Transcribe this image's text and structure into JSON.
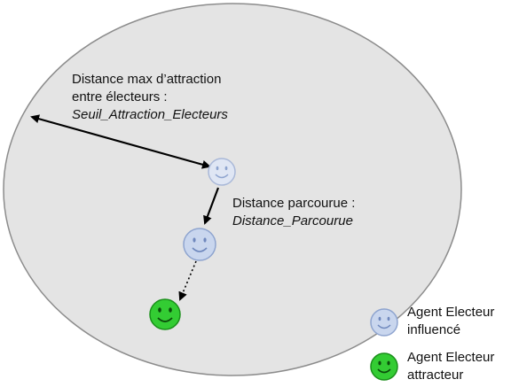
{
  "labels": {
    "seuil_line1": "Distance max d’attraction",
    "seuil_line2": "entre électeurs :",
    "seuil_var": "Seuil_Attraction_Electeurs",
    "parcours_line1": "Distance parcourue :",
    "parcours_var": "Distance_Parcourue"
  },
  "legend": {
    "influenced_line1": "Agent Electeur",
    "influenced_line2": "influencé",
    "attractor_line1": "Agent Electeur",
    "attractor_line2": "attracteur"
  },
  "colors": {
    "circle_fill": "#e4e4e4",
    "circle_stroke": "#8c8c8c",
    "influenced_face": "#c9d6ee",
    "influenced_stroke": "#8ea4cf",
    "attractor_face": "#33cc33",
    "attractor_stroke": "#1a8f1a",
    "arrow": "#000000"
  },
  "icons": {
    "influenced": "smiley-face-icon",
    "attractor": "smiley-face-icon"
  }
}
